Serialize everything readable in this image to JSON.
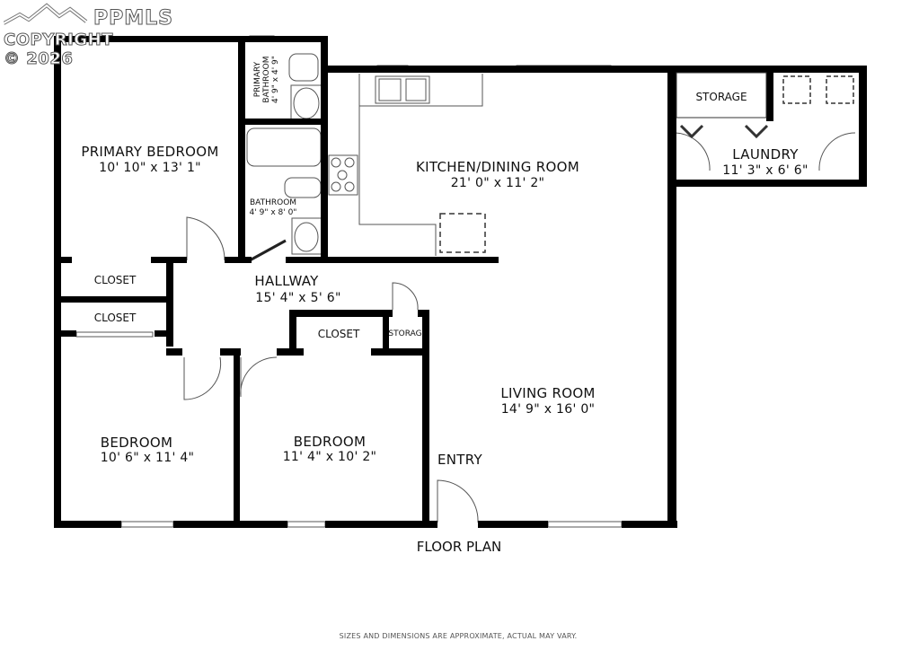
{
  "watermark": {
    "brand": "PPMLS",
    "copyright": "COPYRIGHT © 2026"
  },
  "rooms": {
    "primary_bedroom": {
      "name": "PRIMARY BEDROOM",
      "dims": "10' 10\" x 13' 1\""
    },
    "primary_bathroom": {
      "name": "PRIMARY BATHROOM",
      "name_line1": "PRIMARY",
      "name_line2": "BATHROOM",
      "dims": "4' 9\" x 4' 9\""
    },
    "bathroom": {
      "name": "BATHROOM",
      "dims": "4' 9\" x 8' 0\""
    },
    "kitchen_dining": {
      "name": "KITCHEN/DINING ROOM",
      "dims": "21' 0\" x 11' 2\""
    },
    "storage_laundry": {
      "name": "STORAGE"
    },
    "laundry": {
      "name": "LAUNDRY",
      "dims": "11' 3\" x 6' 6\""
    },
    "closet_1": {
      "name": "CLOSET"
    },
    "closet_2": {
      "name": "CLOSET"
    },
    "hallway": {
      "name": "HALLWAY",
      "dims": "15' 4\" x 5' 6\""
    },
    "closet_3": {
      "name": "CLOSET"
    },
    "storage_hall": {
      "name": "STORAG"
    },
    "bedroom_1": {
      "name": "BEDROOM",
      "dims": "10' 6\" x 11' 4\""
    },
    "bedroom_2": {
      "name": "BEDROOM",
      "dims": "11' 4\" x 10' 2\""
    },
    "living_room": {
      "name": "LIVING ROOM",
      "dims": "14' 9\" x 16' 0\""
    },
    "entry": {
      "name": "ENTRY"
    }
  },
  "floor_plan_title": "FLOOR PLAN",
  "disclaimer": "SIZES AND DIMENSIONS ARE APPROXIMATE, ACTUAL MAY VARY.",
  "colors": {
    "wall": "#000000",
    "fixture": "#555555",
    "background": "#ffffff"
  }
}
